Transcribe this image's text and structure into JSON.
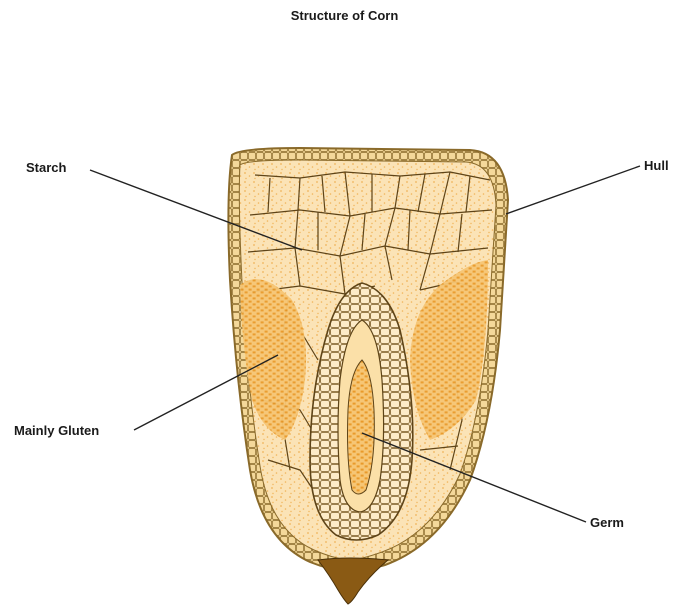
{
  "diagram": {
    "title": "Structure of Corn",
    "labels": {
      "starch": "Starch",
      "hull": "Hull",
      "gluten": "Mainly Gluten",
      "germ": "Germ"
    },
    "colors": {
      "hull": "#f2d28f",
      "hull_outline": "#8a6a2a",
      "starch_fill": "#fbe3b6",
      "cell_lines": "#6b4f1e",
      "gluten_fill": "#f3b654",
      "germ_fill": "#fdebc8",
      "tip_cap": "#8a5a14",
      "leader_lines": "#222222"
    }
  }
}
